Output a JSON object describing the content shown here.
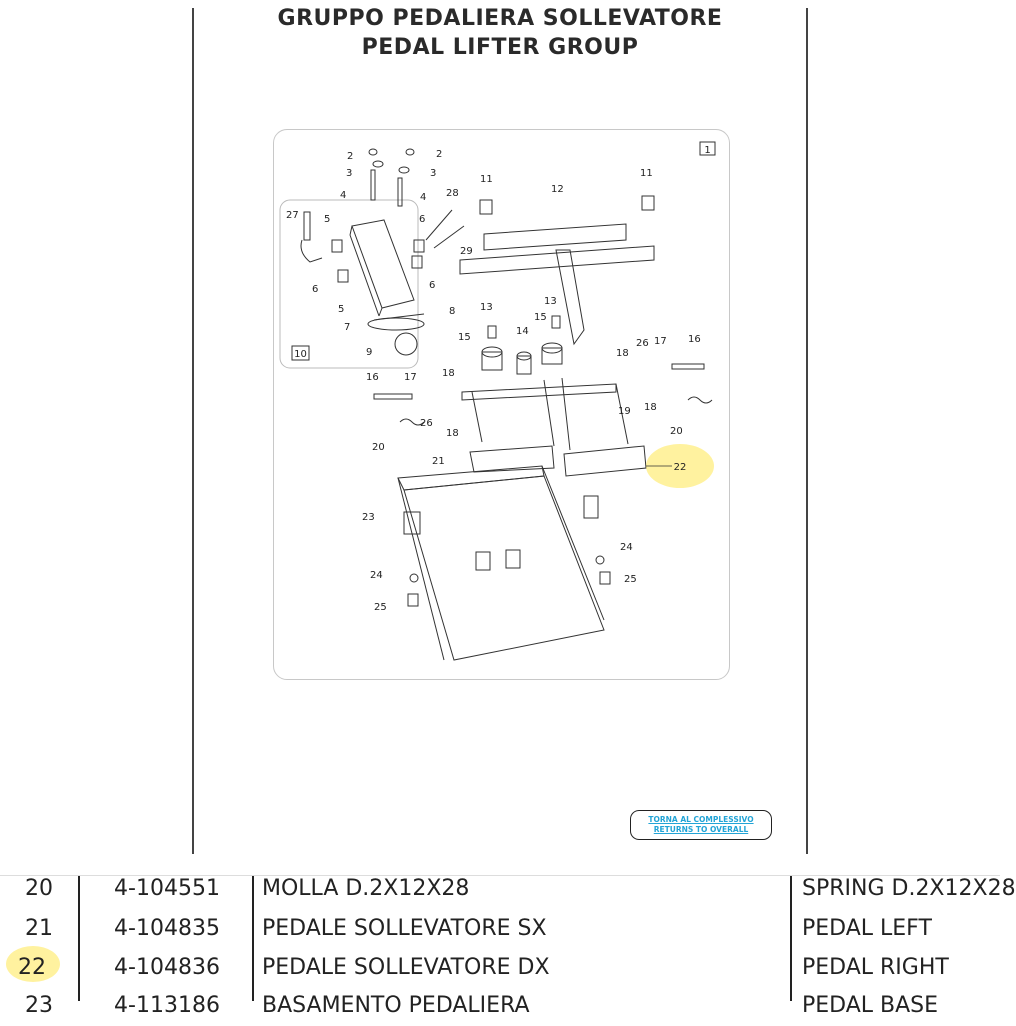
{
  "header": {
    "title_it": "GRUPPO PEDALIERA SOLLEVATORE",
    "title_en": "PEDAL LIFTER GROUP"
  },
  "diagram": {
    "sheet_box": "1",
    "subgroup_box": "10",
    "highlighted_callout": "22",
    "callouts": [
      "2",
      "2",
      "3",
      "3",
      "4",
      "4",
      "5",
      "5",
      "6",
      "6",
      "6",
      "7",
      "8",
      "9",
      "11",
      "11",
      "12",
      "13",
      "13",
      "14",
      "15",
      "15",
      "16",
      "16",
      "17",
      "17",
      "18",
      "18",
      "18",
      "18",
      "19",
      "20",
      "20",
      "21",
      "22",
      "23",
      "24",
      "24",
      "25",
      "25",
      "26",
      "26",
      "27",
      "28",
      "29"
    ]
  },
  "return_button": {
    "line1": "TORNA AL COMPLESSIVO",
    "line2": "RETURNS TO OVERALL"
  },
  "parts_table": {
    "rows": [
      {
        "num": "20",
        "code": "4-104551",
        "desc_it": "MOLLA D.2X12X28",
        "desc_en": "SPRING D.2X12X28"
      },
      {
        "num": "21",
        "code": "4-104835",
        "desc_it": "PEDALE SOLLEVATORE SX",
        "desc_en": "PEDAL LEFT"
      },
      {
        "num": "22",
        "code": "4-104836",
        "desc_it": "PEDALE SOLLEVATORE DX",
        "desc_en": "PEDAL RIGHT"
      },
      {
        "num": "23",
        "code": "4-113186",
        "desc_it": "BASAMENTO PEDALIERA",
        "desc_en": "PEDAL BASE"
      }
    ]
  },
  "colors": {
    "link": "#22a4d6",
    "highlight": "#ffe850"
  }
}
